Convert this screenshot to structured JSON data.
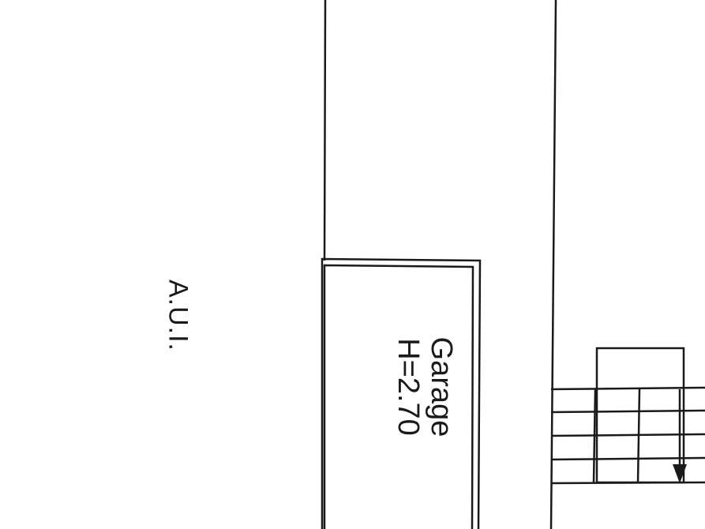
{
  "labels": {
    "area": "A.U.I.",
    "room_name": "Garage",
    "room_height": "H=2.70"
  },
  "colors": {
    "line": "#1a1a1a",
    "background": "#ffffff"
  }
}
